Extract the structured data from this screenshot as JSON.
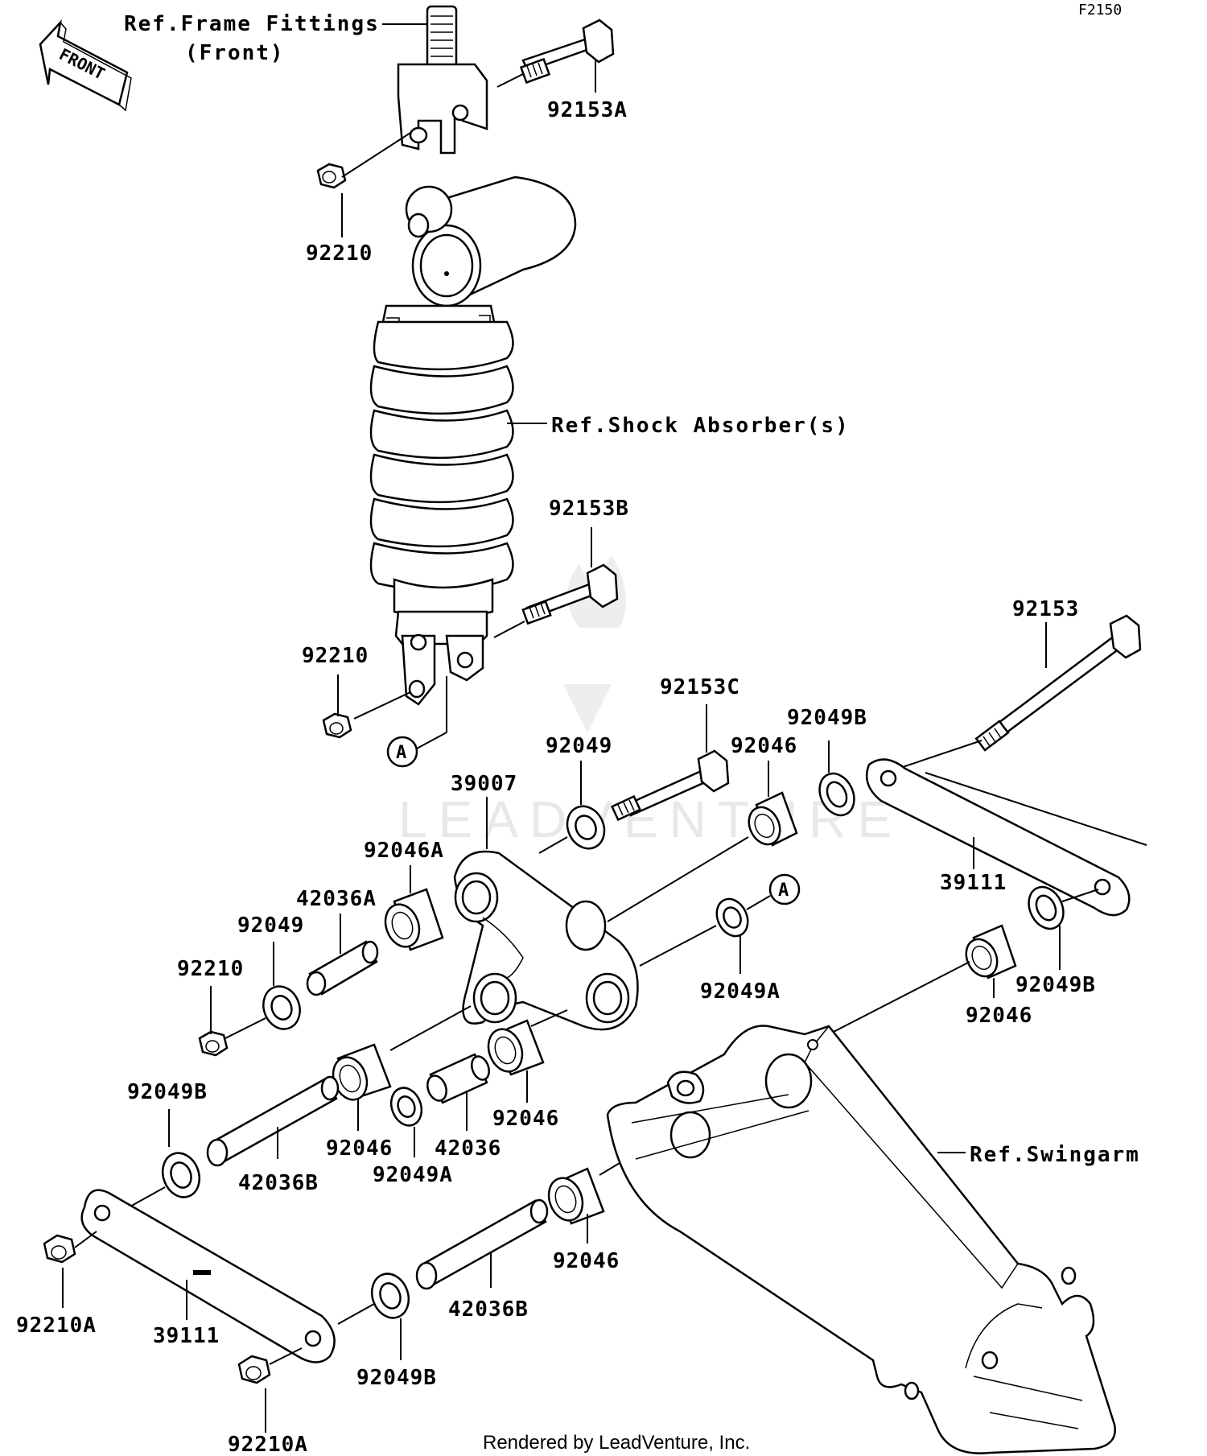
{
  "diagram_code": "F2150",
  "front_arrow_label": "FRONT",
  "watermark_text": "LEADVENTURE",
  "footer": "Rendered by LeadVenture, Inc.",
  "references": {
    "frame_fittings_line1": "Ref.Frame Fittings",
    "frame_fittings_line2": "(Front)",
    "shock_absorber": "Ref.Shock Absorber(s)",
    "swingarm": "Ref.Swingarm"
  },
  "callout_a": "A",
  "labels": {
    "p92153A": "92153A",
    "p92210_top": "92210",
    "p92153B": "92153B",
    "p92210_mid": "92210",
    "p92153": "92153",
    "p92153C": "92153C",
    "p92049B_top": "92049B",
    "p92049_top": "92049",
    "p92046_top": "92046",
    "p39007": "39007",
    "p92046A": "92046A",
    "p42036A": "42036A",
    "p92049_left": "92049",
    "p92210_left": "92210",
    "p39111_right": "39111",
    "p92049B_right": "92049B",
    "p92046_right": "92046",
    "p92049A_right": "92049A",
    "p92049B_left": "92049B",
    "p42036B_left": "42036B",
    "p92046_mid": "92046",
    "p92049A_mid": "92049A",
    "p42036": "42036",
    "p92046_center": "92046",
    "p92046_bottom": "92046",
    "p42036B_bottom": "42036B",
    "p92210A_left": "92210A",
    "p39111_left": "39111",
    "p92049B_bottom": "92049B",
    "p92210A_bottom": "92210A"
  }
}
